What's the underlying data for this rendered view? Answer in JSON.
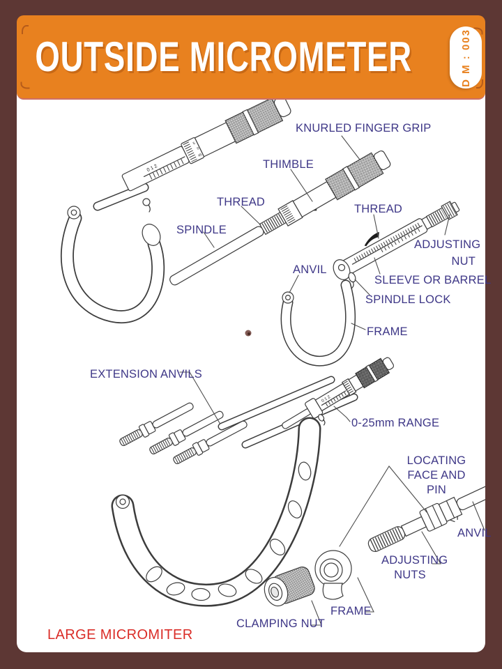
{
  "header": {
    "title": "OUTSIDE MICROMETER",
    "badge": "D M : 003"
  },
  "footer": {
    "caption": "LARGE MICROMITER"
  },
  "labels": {
    "knurled_finger_grip": "KNURLED FINGER GRIP",
    "thimble": "THIMBLE",
    "thread_upper": "THREAD",
    "spindle": "SPINDLE",
    "thread_sleeve": "THREAD",
    "adjusting_nut": "ADJUSTING\nNUT",
    "anvil_small": "ANVIL",
    "sleeve_or_barrel": "SLEEVE OR BARREL",
    "spindle_lock": "SPINDLE LOCK",
    "frame_small": "FRAME",
    "extension_anvils": "EXTENSION ANVILS",
    "range": "0-25mm  RANGE",
    "locating_face_and_pin": "LOCATING\nFACE AND PIN",
    "anvil_large": "ANVIL",
    "adjusting_nuts": "ADJUSTING\nNUTS",
    "frame_large": "FRAME",
    "clamping_nut": "CLAMPING NUT"
  },
  "scales": {
    "sleeve1": "0 1 2",
    "thimble1_a": "5",
    "thimble1_b": "0",
    "thimble1_c": "45",
    "sleeve2": "0 1 2",
    "thimble2": "45"
  },
  "colors": {
    "border": "#5d3734",
    "header": "#e8811f",
    "label": "#3e3787",
    "caption_red": "#da2c27",
    "line": "#3c3c3c"
  }
}
